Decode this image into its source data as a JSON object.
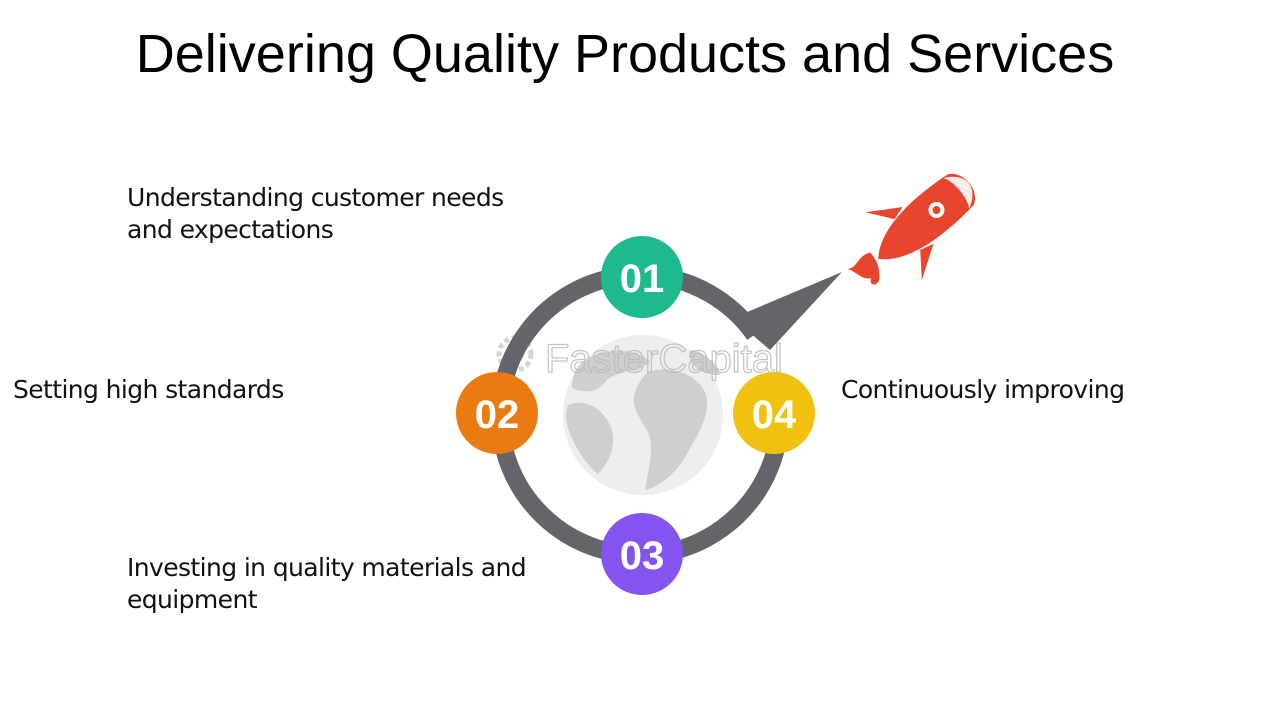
{
  "title": "Delivering Quality Products and Services",
  "watermark": "FasterCapital",
  "steps": [
    {
      "number": "01",
      "text": "Understanding customer needs and expectations",
      "color": "#1fb98e"
    },
    {
      "number": "02",
      "text": "Setting high standards",
      "color": "#ea7b12"
    },
    {
      "number": "03",
      "text": "Investing in quality materials and equipment",
      "color": "#8454f1"
    },
    {
      "number": "04",
      "text": "Continuously improving",
      "color": "#f0c20f"
    }
  ],
  "colors": {
    "ring": "#63656b",
    "globe": "#cfcfcf",
    "rocket": "#e8452e"
  },
  "icons": {
    "center": "globe-icon",
    "accent": "rocket-icon"
  }
}
